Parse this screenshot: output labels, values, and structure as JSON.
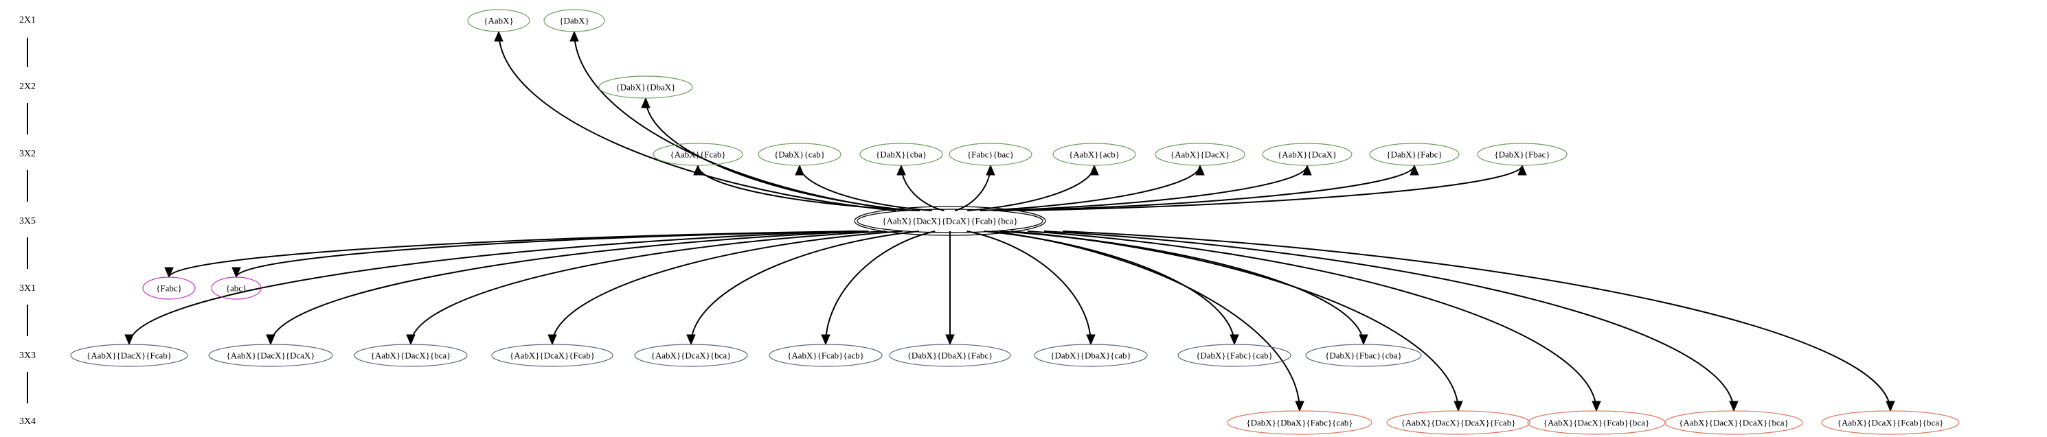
{
  "colors": {
    "green": "#6e9e5f",
    "magenta": "#cc33cc",
    "slate": "#5a6a80",
    "coral": "#e07a5f",
    "black": "#000000"
  },
  "levels": [
    "2X1",
    "2X2",
    "3X2",
    "3X5",
    "3X1",
    "3X3",
    "3X4"
  ],
  "center": {
    "id": "center",
    "label": "{AabX}{DacX}{DcaX}{Fcab}{bca}",
    "color": "black",
    "level": 3
  },
  "nodes": [
    {
      "id": "n2x1a",
      "label": "{AabX}",
      "color": "green",
      "level": 0
    },
    {
      "id": "n2x1b",
      "label": "{DabX}",
      "color": "green",
      "level": 0
    },
    {
      "id": "n2x2a",
      "label": "{DabX}{DbaX}",
      "color": "green",
      "level": 1
    },
    {
      "id": "n3x2a",
      "label": "{AabX}{Fcab}",
      "color": "green",
      "level": 2
    },
    {
      "id": "n3x2b",
      "label": "{DabX}{cab}",
      "color": "green",
      "level": 2
    },
    {
      "id": "n3x2c",
      "label": "{DabX}{cba}",
      "color": "green",
      "level": 2
    },
    {
      "id": "n3x2d",
      "label": "{Fabc}{bac}",
      "color": "green",
      "level": 2
    },
    {
      "id": "n3x2e",
      "label": "{AabX}{acb}",
      "color": "green",
      "level": 2
    },
    {
      "id": "n3x2f",
      "label": "{AabX}{DacX}",
      "color": "green",
      "level": 2
    },
    {
      "id": "n3x2g",
      "label": "{AabX}{DcaX}",
      "color": "green",
      "level": 2
    },
    {
      "id": "n3x2h",
      "label": "{DabX}{Fabc}",
      "color": "green",
      "level": 2
    },
    {
      "id": "n3x2i",
      "label": "{DabX}{Fbac}",
      "color": "green",
      "level": 2
    },
    {
      "id": "n3x1a",
      "label": "{Fabc}",
      "color": "magenta",
      "level": 4
    },
    {
      "id": "n3x1b",
      "label": "{abc}",
      "color": "magenta",
      "level": 4
    },
    {
      "id": "n3x3a",
      "label": "{AabX}{DacX}{Fcab}",
      "color": "slate",
      "level": 5
    },
    {
      "id": "n3x3b",
      "label": "{AabX}{DacX}{DcaX}",
      "color": "slate",
      "level": 5
    },
    {
      "id": "n3x3c",
      "label": "{AabX}{DacX}{bca}",
      "color": "slate",
      "level": 5
    },
    {
      "id": "n3x3d",
      "label": "{AabX}{DcaX}{Fcab}",
      "color": "slate",
      "level": 5
    },
    {
      "id": "n3x3e",
      "label": "{AabX}{DcaX}{bca}",
      "color": "slate",
      "level": 5
    },
    {
      "id": "n3x3f",
      "label": "{AabX}{Fcab}{acb}",
      "color": "slate",
      "level": 5
    },
    {
      "id": "n3x3g",
      "label": "{DabX}{DbaX}{Fabc}",
      "color": "slate",
      "level": 5
    },
    {
      "id": "n3x3h",
      "label": "{DabX}{DbaX}{cab}",
      "color": "slate",
      "level": 5
    },
    {
      "id": "n3x3i",
      "label": "{DabX}{Fabc}{cab}",
      "color": "slate",
      "level": 5
    },
    {
      "id": "n3x3j",
      "label": "{DabX}{Fbac}{cba}",
      "color": "slate",
      "level": 5
    },
    {
      "id": "n3x4a",
      "label": "{DabX}{DbaX}{Fabc}{cab}",
      "color": "coral",
      "level": 6
    },
    {
      "id": "n3x4b",
      "label": "{AabX}{DacX}{DcaX}{Fcab}",
      "color": "coral",
      "level": 6
    },
    {
      "id": "n3x4c",
      "label": "{AabX}{DacX}{Fcab}{bca}",
      "color": "coral",
      "level": 6
    },
    {
      "id": "n3x4d",
      "label": "{AabX}{DacX}{DcaX}{bca}",
      "color": "coral",
      "level": 6
    },
    {
      "id": "n3x4e",
      "label": "{AabX}{DcaX}{Fcab}{bca}",
      "color": "coral",
      "level": 6
    }
  ]
}
